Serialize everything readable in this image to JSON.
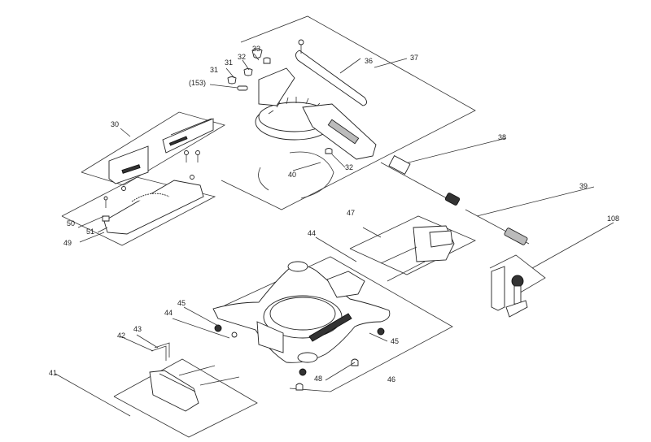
{
  "callouts": [
    {
      "id": "c33",
      "text": "33"
    },
    {
      "id": "c32a",
      "text": "32"
    },
    {
      "id": "c31a",
      "text": "31"
    },
    {
      "id": "c31b",
      "text": "31"
    },
    {
      "id": "c153",
      "text": "(153)"
    },
    {
      "id": "c36",
      "text": "36"
    },
    {
      "id": "c37",
      "text": "37"
    },
    {
      "id": "c30",
      "text": "30"
    },
    {
      "id": "c32b",
      "text": "32"
    },
    {
      "id": "c40",
      "text": "40"
    },
    {
      "id": "c38",
      "text": "38"
    },
    {
      "id": "c39",
      "text": "39"
    },
    {
      "id": "c50",
      "text": "50"
    },
    {
      "id": "c51",
      "text": "51"
    },
    {
      "id": "c49",
      "text": "49"
    },
    {
      "id": "c47",
      "text": "47"
    },
    {
      "id": "c44a",
      "text": "44"
    },
    {
      "id": "c108",
      "text": "108"
    },
    {
      "id": "c45a",
      "text": "45"
    },
    {
      "id": "c44b",
      "text": "44"
    },
    {
      "id": "c43",
      "text": "43"
    },
    {
      "id": "c42",
      "text": "42"
    },
    {
      "id": "c45b",
      "text": "45"
    },
    {
      "id": "c41",
      "text": "41"
    },
    {
      "id": "c48",
      "text": "48"
    },
    {
      "id": "c46",
      "text": "46"
    }
  ]
}
